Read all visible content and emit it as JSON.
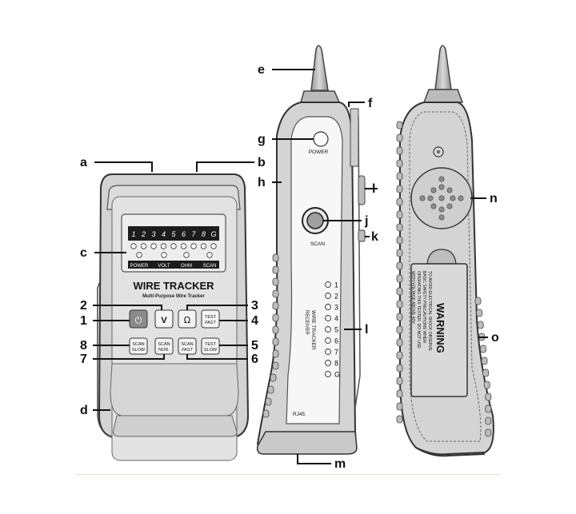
{
  "callouts": {
    "a": "a",
    "b": "b",
    "c": "c",
    "d": "d",
    "e": "e",
    "f": "f",
    "g": "g",
    "h": "h",
    "i_top": "l",
    "i_bottom": "l",
    "j": "j",
    "k": "k",
    "m": "m",
    "n": "n",
    "o": "o",
    "n1": "1",
    "n2": "2",
    "n3": "3",
    "n4": "4",
    "n5": "5",
    "n6": "6",
    "n7": "7",
    "n8": "8"
  },
  "transmitter": {
    "led_numbers": [
      "1",
      "2",
      "3",
      "4",
      "5",
      "6",
      "7",
      "8",
      "G"
    ],
    "mode_labels": [
      "POWER",
      "VOLT",
      "OHM",
      "SCAN"
    ],
    "title": "WIRE TRACKER",
    "subtitle": "Multi-Purpose Wire Tracker",
    "buttons": {
      "power_glyph": "⏻",
      "volt": "V",
      "ohm": "Ω",
      "test_fast_1": "TEST",
      "test_fast_2": "FAST",
      "scan_slow_1": "SCAN",
      "scan_slow_2": "SLOW",
      "scan_nor_1": "SCAN",
      "scan_nor_2": "NOR.",
      "scan_fast_1": "SCAN",
      "scan_fast_2": "FAST",
      "test_slow_1": "TEST",
      "test_slow_2": "SLOW"
    }
  },
  "receiver": {
    "power_label": "POWER",
    "scan_label": "SCAN",
    "title_1": "WIRE TRACKER",
    "title_2": "RECEIVER",
    "led_numbers": [
      "1",
      "2",
      "3",
      "4",
      "5",
      "6",
      "7",
      "8",
      "G"
    ],
    "rj45": "RJ45"
  },
  "back": {
    "warning_title": "WARNING",
    "warning_lines": [
      "TO AVOID ELECTRICAL SHOCK OBSERVE",
      "BASIC SAFETY PRECAUTIONS WHEN",
      "OPERATING THIS TESTER. DO NOT USE",
      "WITH VOLTAGE ABOVE 60V."
    ]
  }
}
